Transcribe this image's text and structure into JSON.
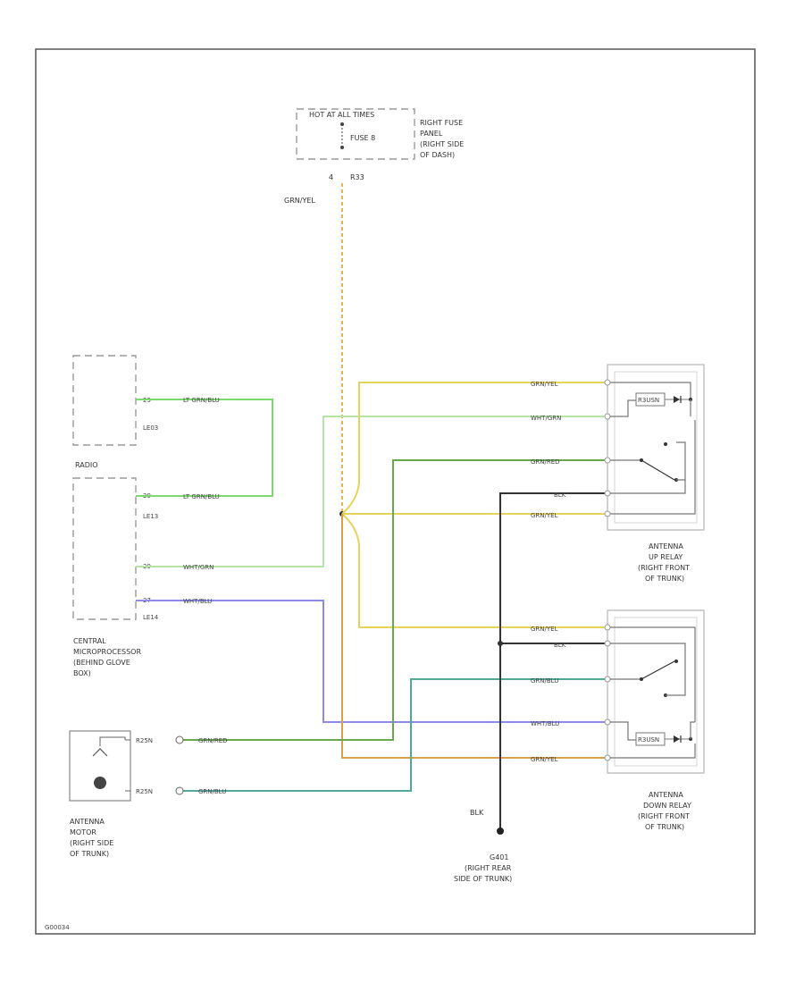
{
  "fuse": {
    "header": "HOT AT ALL TIMES",
    "fuse_label": "FUSE 8",
    "location_1": "RIGHT FUSE",
    "location_2": "PANEL",
    "location_3": "(RIGHT SIDE",
    "location_4": "OF DASH)",
    "terminal": "4",
    "connector": "R33"
  },
  "radio": {
    "label": "RADIO",
    "connector_upper": "LE03",
    "connector_mid": "LE13",
    "connector_lower": "LE14",
    "pin_a": "29",
    "pin_b": "29",
    "pin_c": "29",
    "pin_d": "27"
  },
  "microprocessor": {
    "line1": "CENTRAL",
    "line2": "MICROPROCESSOR",
    "line3": "(BEHIND GLOVE",
    "line4": "BOX)"
  },
  "wires": {
    "fuse_feed": "GRN/YEL",
    "radio_link_top": "LT GRN/BLU",
    "radio_link_bottom": "LT GRN/BLU",
    "micro_wht_grn": "WHT/GRN",
    "micro_wht_blu": "WHT/BLU",
    "up_relay_1": "GRN/YEL",
    "up_relay_2": "WHT/GRN",
    "up_relay_3": "GRN/RED",
    "up_relay_4": "BLK",
    "up_relay_5": "GRN/YEL",
    "down_relay_1": "GRN/YEL",
    "down_relay_2": "BLK",
    "down_relay_3": "GRN/BLU",
    "down_relay_4": "WHT/BLU",
    "down_relay_5": "GRN/YEL",
    "motor_1": "GRN/RED",
    "motor_2": "GRN/BLU",
    "ground_wire": "BLK"
  },
  "motor": {
    "pin_1": "R25N",
    "pin_2": "R25N",
    "line1": "ANTENNA",
    "line2": "MOTOR",
    "line3": "(RIGHT SIDE",
    "line4": "OF TRUNK)"
  },
  "up_relay": {
    "diode_label": "R3USN",
    "line1": "ANTENNA",
    "line2": "UP RELAY",
    "line3": "(RIGHT FRONT",
    "line4": "OF TRUNK)"
  },
  "down_relay": {
    "diode_label": "R3USN",
    "line1": "ANTENNA",
    "line2": "DOWN RELAY",
    "line3": "(RIGHT FRONT",
    "line4": "OF TRUNK)"
  },
  "ground": {
    "line1": "G401",
    "line2": "(RIGHT REAR",
    "line3": "SIDE OF TRUNK)"
  },
  "footer": {
    "code": "G00034"
  },
  "colors": {
    "yellow": "#e6d35a",
    "orange_dash": "#e6b35c",
    "orange": "#d9a04a",
    "green_light": "#7dd86f",
    "green_pale": "#b6e3a8",
    "green_dark": "#6aa84f",
    "teal": "#53a89c",
    "blue": "#8c8ce8",
    "black": "#333333"
  }
}
